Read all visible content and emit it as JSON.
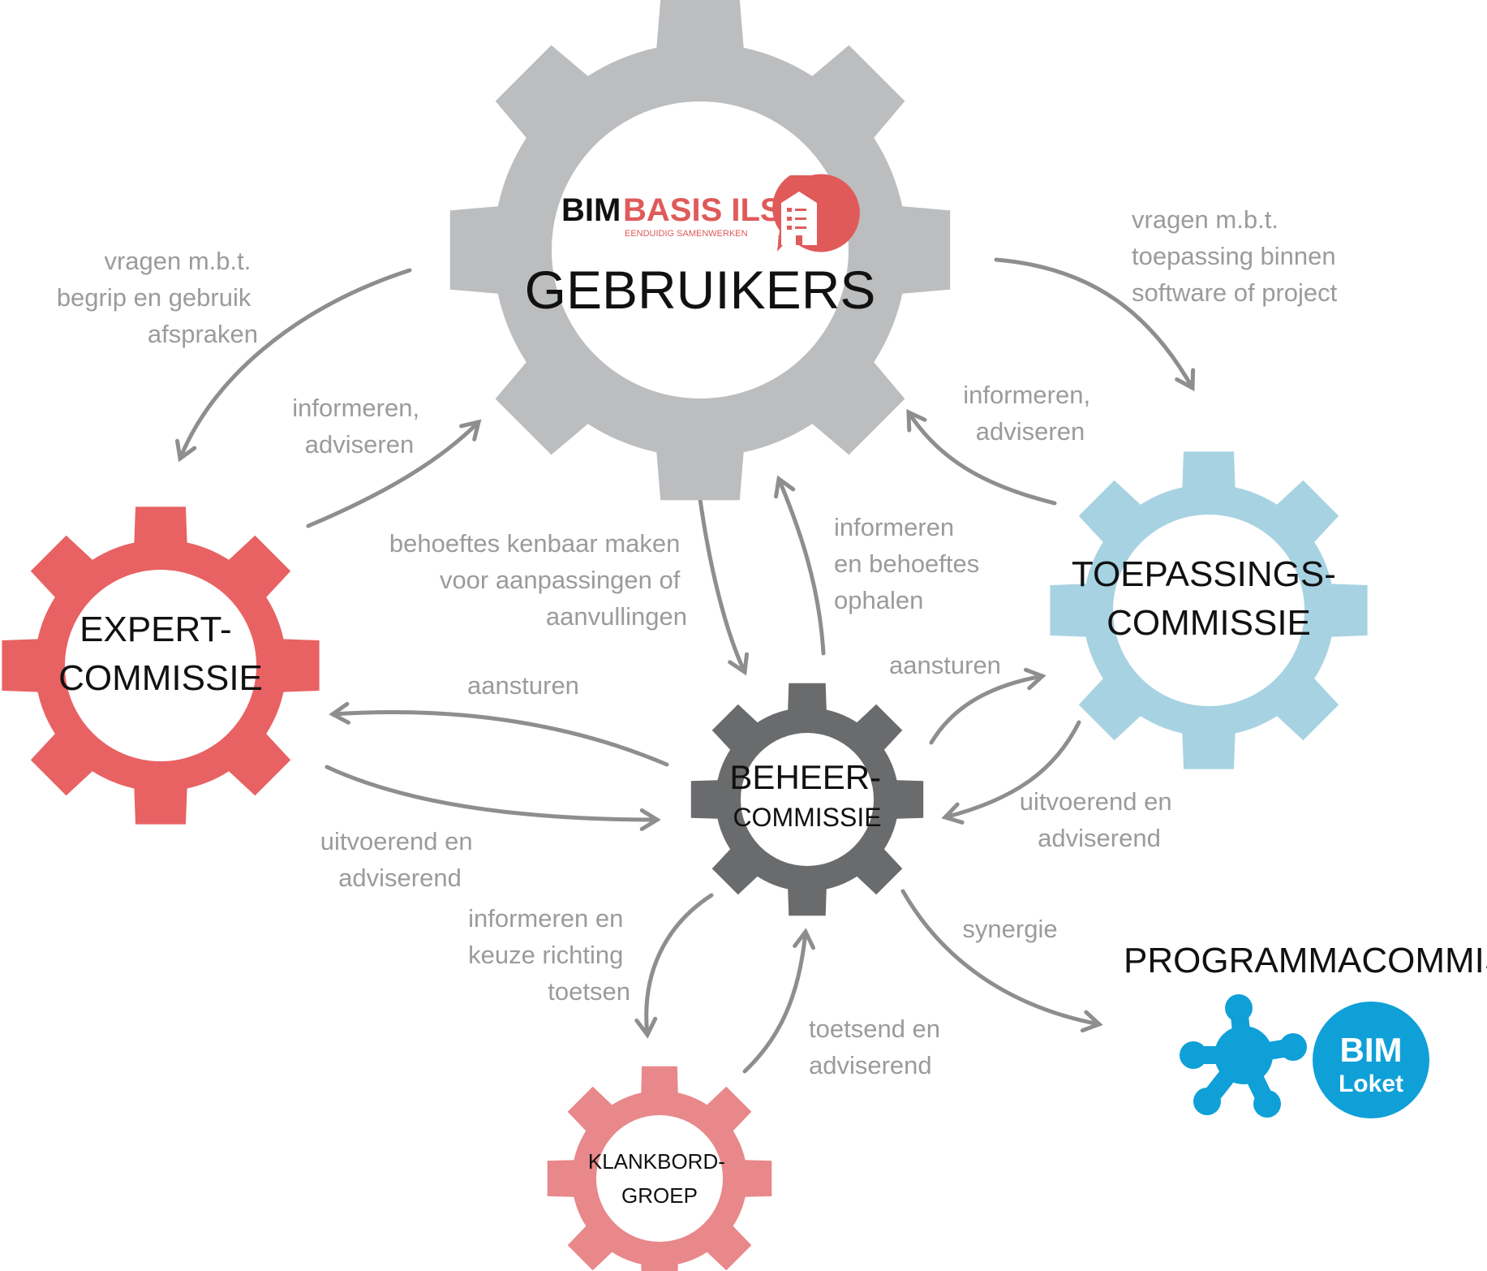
{
  "colors": {
    "gebruikers_gear": "#bcbdbf",
    "expert_gear": "#e86264",
    "toepassing_gear": "#a7d2e2",
    "beheer_gear": "#6a6b6d",
    "klankbord_gear": "#e8888a",
    "bimloket_blue": "#0fa0d8",
    "label_gray": "#9b9b9b",
    "arrow_gray": "#8e8e8e",
    "bim_basis_red": "#e05a5a"
  },
  "logos": {
    "bim_basis": {
      "bim": "BIM",
      "basis": "BASIS ILS",
      "tagline": "EENDUIDIG SAMENWERKEN",
      "icon": "building-speech-bubble-icon"
    },
    "bim_loket": {
      "line1": "BIM",
      "line2": "Loket",
      "icon": "molecule-icon"
    }
  },
  "nodes": {
    "gebruikers": "GEBRUIKERS",
    "expert": [
      "EXPERT-",
      "COMMISSIE"
    ],
    "toepassing": [
      "TOEPASSINGS-",
      "COMMISSIE"
    ],
    "beheer": [
      "BEHEER-",
      "COMMISSIE"
    ],
    "klankbord": [
      "KLANKBORD-",
      "GROEP"
    ],
    "programma": "PROGRAMMACOMMISSIE"
  },
  "labels": {
    "vragen_begrip": [
      "vragen m.b.t.",
      "begrip en gebruik",
      "afspraken"
    ],
    "informeren_adviseren_left": [
      "informeren,",
      "adviseren"
    ],
    "vragen_toepassing": [
      "vragen m.b.t.",
      "toepassing binnen",
      "software of project"
    ],
    "informeren_adviseren_right": [
      "informeren,",
      "adviseren"
    ],
    "behoeftes": [
      "behoeftes kenbaar maken",
      "voor aanpassingen of",
      "aanvullingen"
    ],
    "informeren_behoeftes": [
      "informeren",
      "en behoeftes",
      "ophalen"
    ],
    "aansturen_left": "aansturen",
    "aansturen_right": "aansturen",
    "uitvoerend_left": [
      "uitvoerend en",
      "adviserend"
    ],
    "uitvoerend_right": [
      "uitvoerend en",
      "adviserend"
    ],
    "informeren_keuze": [
      "informeren en",
      "keuze richting",
      "toetsen"
    ],
    "toetsend": [
      "toetsend en",
      "adviserend"
    ],
    "synergie": "synergie"
  }
}
